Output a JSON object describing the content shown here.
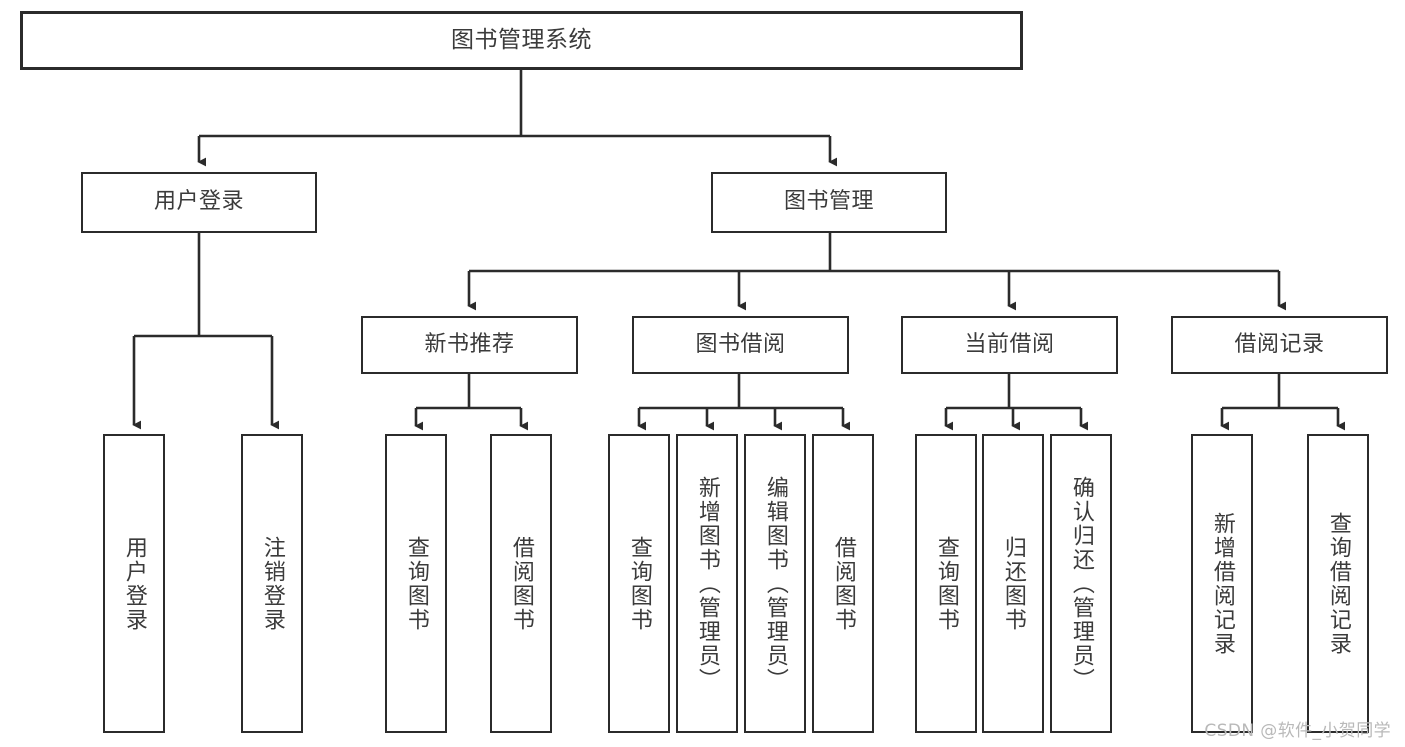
{
  "diagram": {
    "title": "图书管理系统",
    "root": {
      "id": "root",
      "label": "图书管理系统"
    },
    "level2": [
      {
        "id": "user-login",
        "label": "用户登录"
      },
      {
        "id": "book-manage",
        "label": "图书管理"
      }
    ],
    "level3": [
      {
        "id": "new-book-recommend",
        "label": "新书推荐"
      },
      {
        "id": "book-borrow",
        "label": "图书借阅"
      },
      {
        "id": "current-borrow",
        "label": "当前借阅"
      },
      {
        "id": "borrow-record",
        "label": "借阅记录"
      }
    ],
    "leaves": {
      "user-login": [
        {
          "id": "leaf-user-login",
          "label": "用户登录"
        },
        {
          "id": "leaf-logout",
          "label": "注销登录"
        }
      ],
      "new-book-recommend": [
        {
          "id": "leaf-query-book-1",
          "label": "查询图书"
        },
        {
          "id": "leaf-borrow-book-1",
          "label": "借阅图书"
        }
      ],
      "book-borrow": [
        {
          "id": "leaf-query-book-2",
          "label": "查询图书"
        },
        {
          "id": "leaf-add-book",
          "label": "新增图书（管理员）"
        },
        {
          "id": "leaf-edit-book",
          "label": "编辑图书（管理员）"
        },
        {
          "id": "leaf-borrow-book-2",
          "label": "借阅图书"
        }
      ],
      "current-borrow": [
        {
          "id": "leaf-query-book-3",
          "label": "查询图书"
        },
        {
          "id": "leaf-return-book",
          "label": "归还图书"
        },
        {
          "id": "leaf-confirm-return",
          "label": "确认归还（管理员）"
        }
      ],
      "borrow-record": [
        {
          "id": "leaf-add-record",
          "label": "新增借阅记录"
        },
        {
          "id": "leaf-query-record",
          "label": "查询借阅记录"
        }
      ]
    }
  },
  "watermark": {
    "text": "CSDN @软件_小贺同学"
  },
  "colors": {
    "stroke": "#2b2b2b",
    "text": "#3b3b3b",
    "background": "#ffffff",
    "watermark": "#b9b9b9"
  }
}
